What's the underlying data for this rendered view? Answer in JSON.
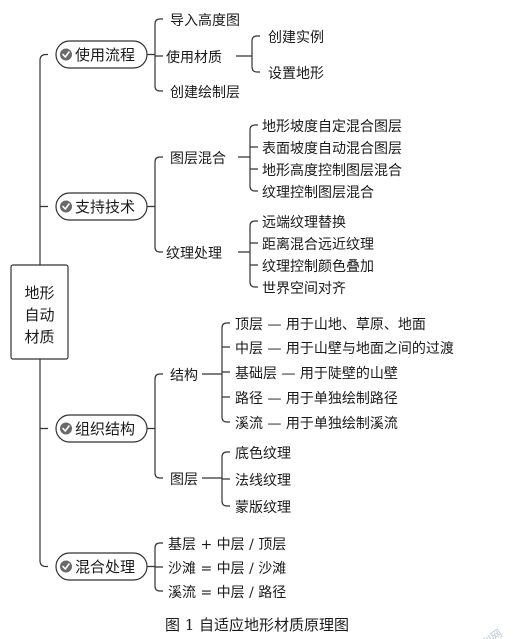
{
  "root": {
    "lines": [
      "地形",
      "自动",
      "材质"
    ]
  },
  "branches": [
    {
      "label": "使用流程",
      "children": [
        {
          "label": "导入高度图",
          "children": []
        },
        {
          "label": "使用材质",
          "children": [
            {
              "label": "创建实例"
            },
            {
              "label": "设置地形"
            }
          ]
        },
        {
          "label": "创建绘制层",
          "children": []
        }
      ]
    },
    {
      "label": "支持技术",
      "children": [
        {
          "label": "图层混合",
          "children": [
            {
              "label": "地形坡度自定混合图层"
            },
            {
              "label": "表面坡度自动混合图层"
            },
            {
              "label": "地形高度控制图层混合"
            },
            {
              "label": "纹理控制图层混合"
            }
          ]
        },
        {
          "label": "纹理处理",
          "children": [
            {
              "label": "远端纹理替换"
            },
            {
              "label": "距离混合远近纹理"
            },
            {
              "label": "纹理控制颜色叠加"
            },
            {
              "label": "世界空间对齐"
            }
          ]
        }
      ]
    },
    {
      "label": "组织结构",
      "children": [
        {
          "label": "结构",
          "children": [
            {
              "label": "顶层 — 用于山地、草原、地面"
            },
            {
              "label": "中层 — 用于山壁与地面之间的过渡"
            },
            {
              "label": "基础层 — 用于陡壁的山壁"
            },
            {
              "label": "路径 — 用于单独绘制路径"
            },
            {
              "label": "溪流 — 用于单独绘制溪流"
            }
          ]
        },
        {
          "label": "图层",
          "children": [
            {
              "label": "底色纹理"
            },
            {
              "label": "法线纹理"
            },
            {
              "label": "蒙版纹理"
            }
          ]
        }
      ]
    },
    {
      "label": "混合处理",
      "children": [
        {
          "label": "基层 + 中层 / 顶层",
          "children": []
        },
        {
          "label": "沙滩 = 中层 / 沙滩",
          "children": []
        },
        {
          "label": "溪流 = 中层 / 路径",
          "children": []
        }
      ]
    }
  ],
  "caption": "图 1   自适应地形材质原理图",
  "watermark": "龙源期刊网"
}
